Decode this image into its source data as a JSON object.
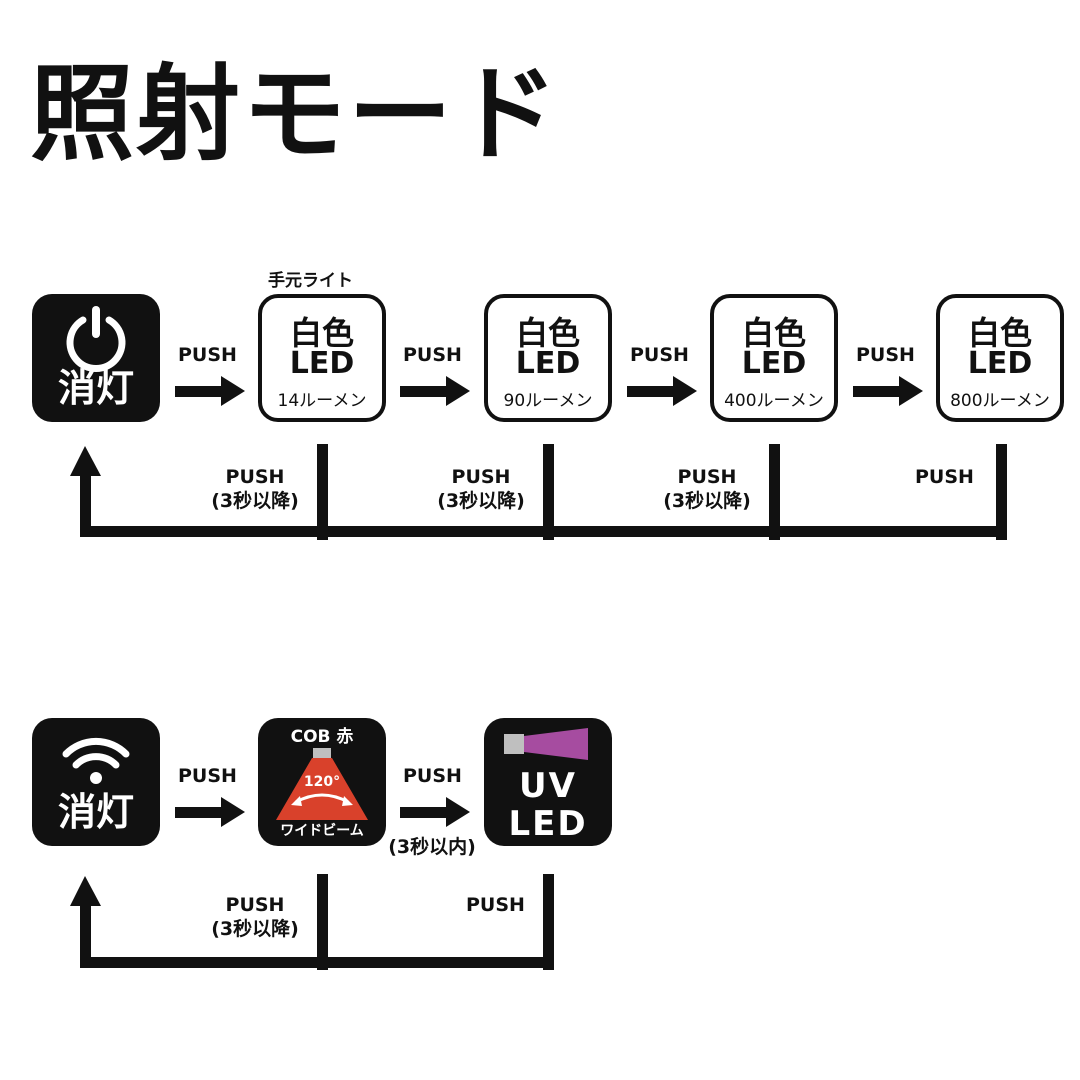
{
  "title": "照射モード",
  "off_label": "消灯",
  "push": "PUSH",
  "hold_label": "(3秒以降)",
  "within_label": "(3秒以内)",
  "section1": {
    "caption": "手元ライト",
    "modes": [
      {
        "line1": "白色",
        "line2": "LED",
        "lumen": "14ルーメン"
      },
      {
        "line1": "白色",
        "line2": "LED",
        "lumen": "90ルーメン"
      },
      {
        "line1": "白色",
        "line2": "LED",
        "lumen": "400ルーメン"
      },
      {
        "line1": "白色",
        "line2": "LED",
        "lumen": "800ルーメン"
      }
    ]
  },
  "section2": {
    "cob": {
      "label": "COB 赤",
      "angle": "120°",
      "sub": "ワイドビーム"
    },
    "uv": {
      "line1": "UV",
      "line2": "LED"
    }
  },
  "colors": {
    "uv_beam": "#a64ca0",
    "cob_beam": "#d9412b"
  }
}
